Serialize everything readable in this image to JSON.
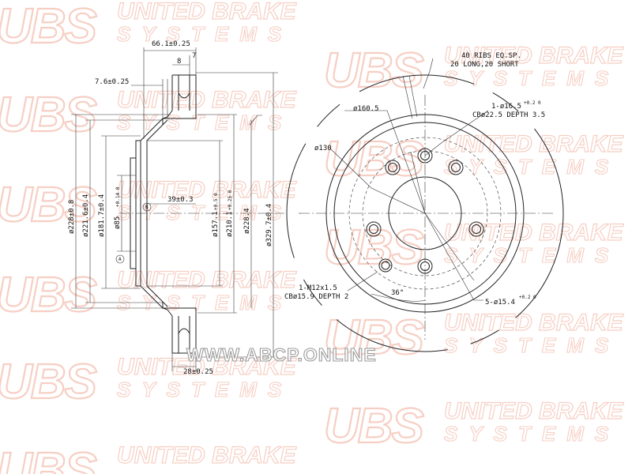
{
  "watermark": {
    "logo": "UBS",
    "line1": "UNITED BRAKE",
    "line2": "SYSTEMS"
  },
  "website": "WWW.ABCP.ONLINE",
  "side_view": {
    "dims": {
      "overall_width": "66.1±0.25",
      "vane_8": "8",
      "vane_7": "7",
      "hat_wall": "7.6±0.25",
      "hub_depth": "39±0.3",
      "thickness": "28±0.25",
      "d_228": "ø228±0.8",
      "d_221": "ø221.6±0.4",
      "d_181": "ø181.7±0.4",
      "d_85": "ø85",
      "d_85_tol": "+0.14 0",
      "d_157": "ø157.1",
      "d_157_tol": "+0.5 0",
      "d_210": "ø210.1",
      "d_210_tol": "+0.25 0",
      "d_228_4": "ø228.4",
      "d_329": "ø329.7±0.4"
    },
    "datum_a": "A",
    "datum_b": "B"
  },
  "front_view": {
    "ribs_line1": "40 RIBS EQ.SP.",
    "ribs_line2": "20 LONG,20 SHORT",
    "pcd": "ø160.5",
    "bore_hole_main": "1-ø16.5",
    "bore_hole_tol": "+0.2 0",
    "bore_hole_cb": "CBø22.5 DEPTH 3.5",
    "hole_circle": "ø130",
    "thread_main": "1-M12x1.5",
    "thread_cb": "CBø15.9 DEPTH 2",
    "angle": "36°",
    "bolt_holes_main": "5-ø15.4",
    "bolt_holes_tol": "+0.2 0"
  },
  "colors": {
    "watermark": "#f6cfc4",
    "lines": "#222222"
  }
}
